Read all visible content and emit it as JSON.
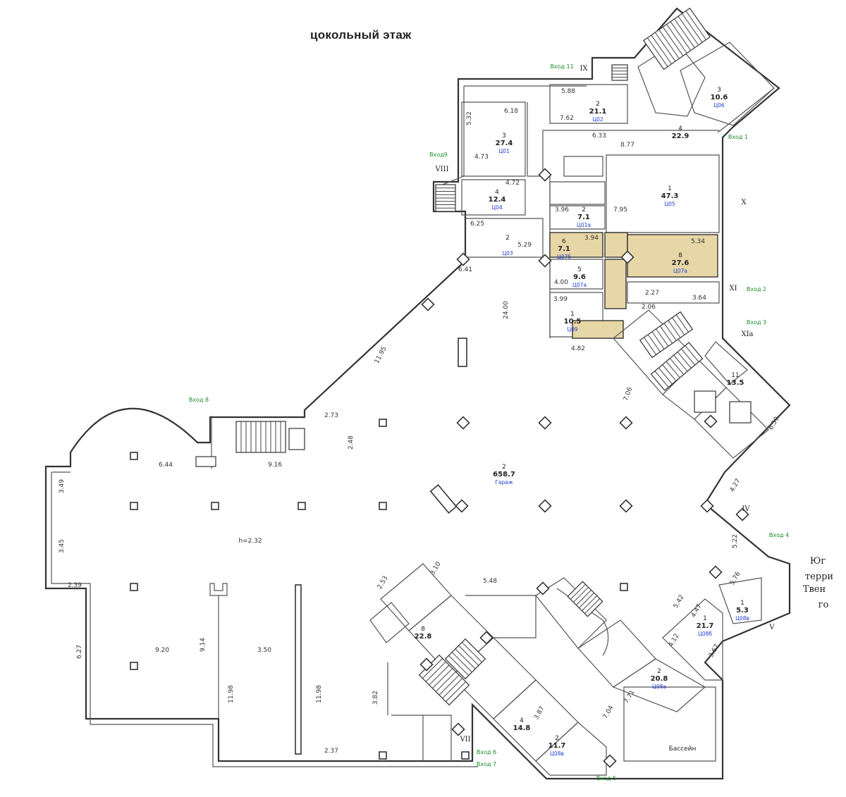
{
  "title": "цокольный этаж",
  "rooms": [
    {
      "num": "2",
      "area": "658.7",
      "code": "Гараж"
    },
    {
      "num": "3",
      "area": "27.4",
      "code": "Ц01"
    },
    {
      "num": "2",
      "area": "21.1",
      "code": "Ц02"
    },
    {
      "num": "2",
      "area": "",
      "code": "Ц03"
    },
    {
      "num": "4",
      "area": "12.4",
      "code": "Ц04"
    },
    {
      "num": "1",
      "area": "47.3",
      "code": "Ц05"
    },
    {
      "num": "3",
      "area": "10.6",
      "code": "Ц06"
    },
    {
      "num": "8",
      "area": "27.6",
      "code": "Ц07а"
    },
    {
      "num": "2",
      "area": "7.1",
      "code": "Ц01а"
    },
    {
      "num": "5",
      "area": "9.6",
      "code": "Ц07а"
    },
    {
      "num": "6",
      "area": "7.1",
      "code": "Ц07б"
    },
    {
      "num": "1",
      "area": "21.7",
      "code": "Ц08б"
    },
    {
      "num": "1",
      "area": "5.3",
      "code": "Ц08в"
    },
    {
      "num": "2",
      "area": "20.8",
      "code": "Ц08а"
    },
    {
      "num": "2",
      "area": "11.7",
      "code": "Ц08в"
    },
    {
      "num": "4",
      "area": "14.8",
      "code": ""
    },
    {
      "num": "8",
      "area": "22.8",
      "code": ""
    },
    {
      "num": "1",
      "area": "10.5",
      "code": "Ц09"
    },
    {
      "num": "11",
      "area": "13.5",
      "code": ""
    },
    {
      "num": "4",
      "area": "22.9",
      "code": ""
    }
  ],
  "entrances": [
    "Вход 11",
    "Вход 1",
    "Вход 2",
    "Вход 3",
    "Вход 4",
    "Вход 5",
    "Вход 6",
    "Вход 7",
    "Вход 8",
    "Вход9"
  ],
  "pool_label": "Бассейн",
  "h_label": "h=2.32",
  "side_text": [
    "Юг",
    "терри",
    "Твен",
    "го"
  ],
  "dims": [
    "6.41",
    "11.95",
    "24.00",
    "2.73",
    "2.48",
    "9.16",
    "6.44",
    "9.20",
    "3.50",
    "9.14",
    "11.98",
    "11.98",
    "3.82",
    "2.37",
    "6.27",
    "3.45",
    "3.49",
    "2.39",
    "5.48",
    "3.10",
    "4.27",
    "5.22",
    "7.06",
    "4.82",
    "2.27",
    "3.64",
    "2.06",
    "5.34",
    "6.25",
    "5.29",
    "4.73",
    "4.72",
    "6.18",
    "5.32",
    "7.62",
    "5.88",
    "6.33",
    "8.77",
    "7.95",
    "4.00",
    "3.99",
    "3.96",
    "3.94",
    "5.42",
    "4.47",
    "4.12",
    "3.67",
    "5.76",
    "2.53",
    "7.71",
    "7.04",
    "3.87",
    "6.59"
  ],
  "romans": [
    "VIII",
    "IX",
    "X",
    "XI",
    "XIa",
    "IV",
    "V",
    "VII"
  ]
}
